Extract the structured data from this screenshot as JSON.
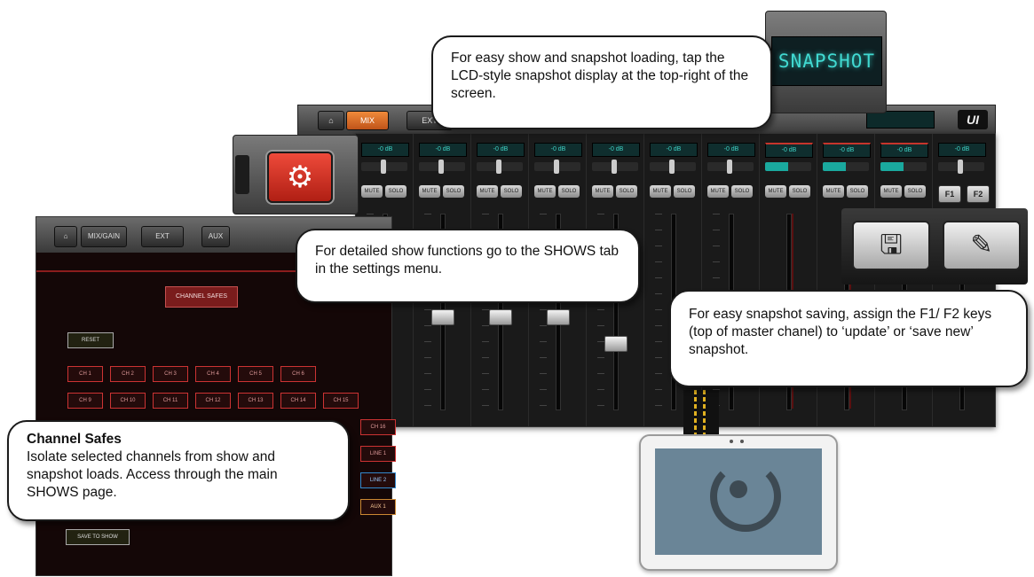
{
  "callouts": {
    "snapshot_loading": "For easy show and snapshot loading, tap the LCD-style snapshot display at the top-right of the screen.",
    "show_functions": "For detailed show functions go to the SHOWS tab in the settings menu.",
    "snapshot_saving": "For easy snapshot saving, assign the F1/ F2 keys (top of master chanel) to ‘update’ or ‘save new’ snapshot.",
    "channel_safes_title": "Channel Safes",
    "channel_safes_body": "Isolate selected channels from show and snapshot loads. Access through the main SHOWS page."
  },
  "lcd": {
    "text": "SNAPSHOT"
  },
  "mixer_bar": {
    "mix_label": "MIX",
    "ext_label": "EXT",
    "ui_logo": "UI"
  },
  "strip_labels": {
    "mute": "MUTE",
    "solo": "SOLO",
    "meter": "-0 dB"
  },
  "f_keys": {
    "f1": "F1",
    "f2": "F2"
  },
  "safes": {
    "bar_buttons": [
      "MIX/GAIN",
      "EXT",
      "AUX"
    ],
    "channel_safes_button": "CHANNEL SAFES",
    "reset": "RESET",
    "save_button": "SAVE TO SHOW",
    "row1": [
      "CH 1",
      "CH 2",
      "CH 3",
      "CH 4",
      "CH 5",
      "CH 6"
    ],
    "row2": [
      "CH 9",
      "CH 10",
      "CH 11",
      "CH 12",
      "CH 13",
      "CH 14",
      "CH 15",
      "CH 16"
    ],
    "extra": [
      "LINE 1",
      "LINE 2",
      "AUX 1"
    ]
  }
}
